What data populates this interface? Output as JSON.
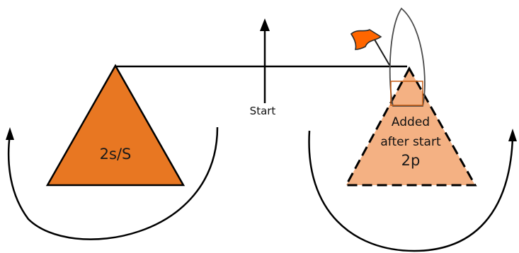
{
  "diagram": {
    "start_label": "Start",
    "left_mark": {
      "label": "2s/S",
      "fill": "#E87722"
    },
    "right_mark": {
      "label_line1": "Added",
      "label_line2": "after start",
      "label_line3": "2p",
      "fill": "#F4B183",
      "border_style": "dashed"
    },
    "flag": {
      "color": "#FF6600"
    },
    "line_color": "#000000"
  }
}
